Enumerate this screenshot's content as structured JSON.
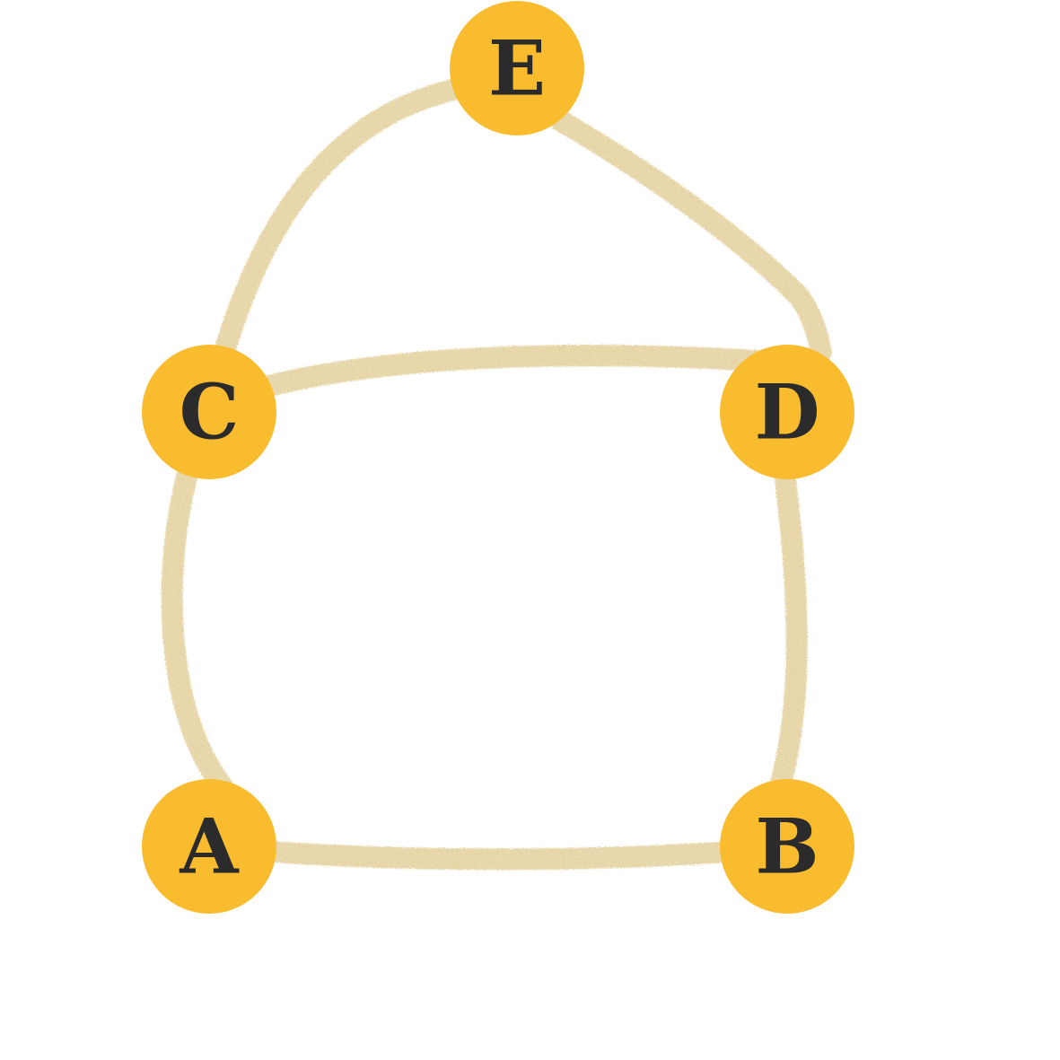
{
  "diagram": {
    "type": "undirected-graph",
    "node_fill": "#F9BC2F",
    "label_color": "#2B2B2B",
    "edge_color": "#E6D5A6",
    "nodes": [
      {
        "id": "A",
        "label": "A"
      },
      {
        "id": "B",
        "label": "B"
      },
      {
        "id": "C",
        "label": "C"
      },
      {
        "id": "D",
        "label": "D"
      },
      {
        "id": "E",
        "label": "E"
      }
    ],
    "edges": [
      {
        "from": "A",
        "to": "B"
      },
      {
        "from": "A",
        "to": "C"
      },
      {
        "from": "B",
        "to": "D"
      },
      {
        "from": "C",
        "to": "D"
      },
      {
        "from": "C",
        "to": "E"
      },
      {
        "from": "D",
        "to": "E"
      }
    ]
  }
}
